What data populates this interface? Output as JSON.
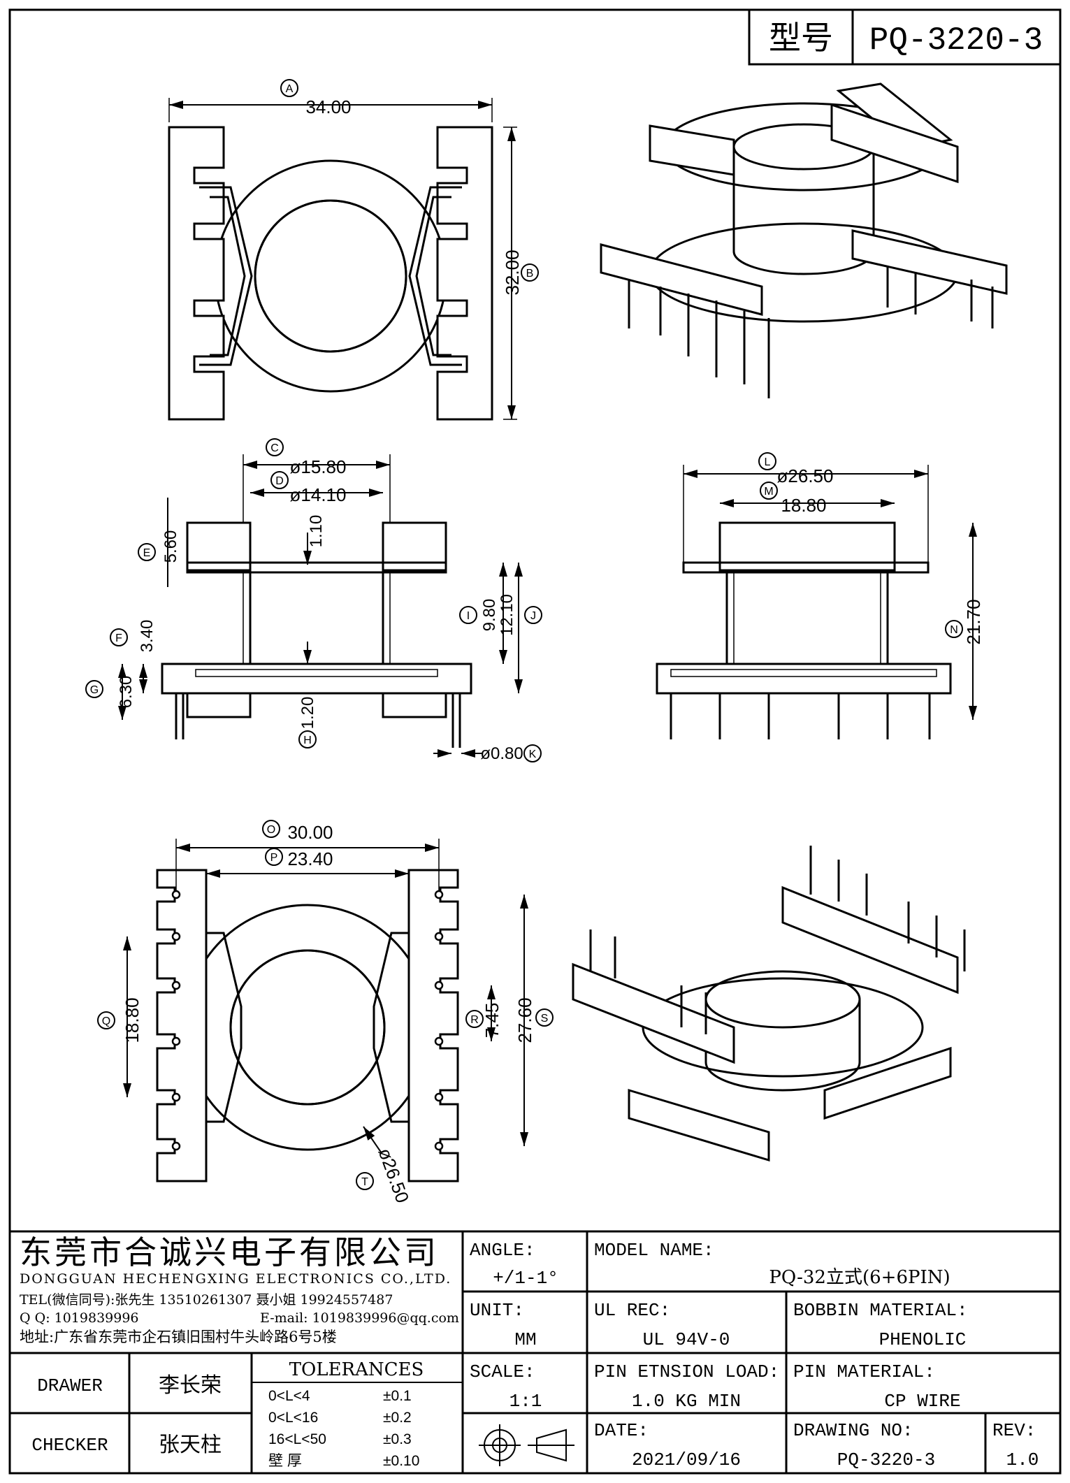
{
  "header": {
    "label": "型号",
    "part_no": "PQ-3220-3"
  },
  "dimensions": {
    "A": "34.00",
    "B": "32.00",
    "C": "ø15.80",
    "D": "ø14.10",
    "E": "5.60",
    "E_top": "1.10",
    "F": "3.40",
    "G": "6.30",
    "H": "1.20",
    "I": "9.80",
    "J": "12.10",
    "K": "ø0.80",
    "L": "ø26.50",
    "M": "18.80",
    "N": "21.70",
    "O": "30.00",
    "P": "23.40",
    "Q": "18.80",
    "R": "7.45",
    "S": "27.60",
    "T": "ø26.50"
  },
  "markers": {
    "A": "A",
    "B": "B",
    "C": "C",
    "D": "D",
    "E": "E",
    "F": "F",
    "G": "G",
    "H": "H",
    "I": "I",
    "J": "J",
    "K": "K",
    "L": "L",
    "M": "M",
    "N": "N",
    "O": "O",
    "P": "P",
    "Q": "Q",
    "R": "R",
    "S": "S",
    "T": "T"
  },
  "company": {
    "name_cn": "东莞市合诚兴电子有限公司",
    "name_en": "DONGGUAN HECHENGXING ELECTRONICS CO.,LTD.",
    "tel": "TEL(微信同号):张先生 13510261307 聂小姐 19924557487",
    "qq": "Q Q: 1019839996",
    "email": "E-mail: 1019839996@qq.com",
    "address": "地址:广东省东莞市企石镇旧围村牛头岭路6号5楼"
  },
  "title_block": {
    "angle_label": "ANGLE:",
    "angle_value": "+/1-1°",
    "model_label": "MODEL NAME:",
    "model_value": "PQ-32立式(6+6PIN)",
    "unit_label": "UNIT:",
    "unit_value": "MM",
    "ul_label": "UL REC:",
    "ul_value": "UL 94V-0",
    "bobbin_label": "BOBBIN MATERIAL:",
    "bobbin_value": "PHENOLIC",
    "scale_label": "SCALE:",
    "scale_value": "1:1",
    "pin_load_label": "PIN ETNSION LOAD:",
    "pin_load_value": "1.0 KG MIN",
    "pin_mat_label": "PIN MATERIAL:",
    "pin_mat_value": "CP WIRE",
    "date_label": "DATE:",
    "date_value": "2021/09/16",
    "drawing_label": "DRAWING NO:",
    "drawing_value": "PQ-3220-3",
    "rev_label": "REV:",
    "rev_value": "1.0",
    "drawer_label": "DRAWER",
    "drawer_name": "李长荣",
    "checker_label": "CHECKER",
    "checker_name": "张天柱",
    "tolerances_title": "TOLERANCES",
    "tolerances": [
      {
        "range": "0<L<4",
        "value": "±0.1"
      },
      {
        "range": "0<L<16",
        "value": "±0.2"
      },
      {
        "range": "16<L<50",
        "value": "±0.3"
      },
      {
        "range": "壁    厚",
        "value": "±0.10"
      }
    ]
  }
}
